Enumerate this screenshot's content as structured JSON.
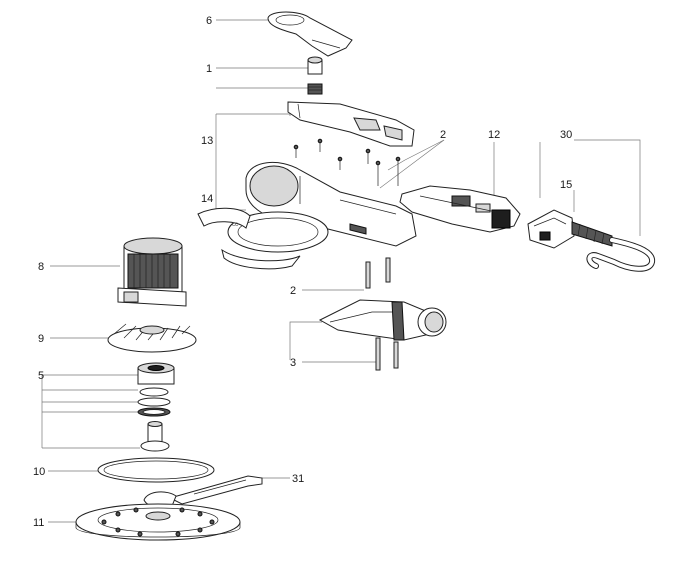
{
  "callouts": {
    "n1": "1",
    "n2a": "2",
    "n2b": "2",
    "n3": "3",
    "n5": "5",
    "n6": "6",
    "n8": "8",
    "n9": "9",
    "n10": "10",
    "n11": "11",
    "n12": "12",
    "n13": "13",
    "n14": "14",
    "n15": "15",
    "n30": "30",
    "n31": "31"
  }
}
